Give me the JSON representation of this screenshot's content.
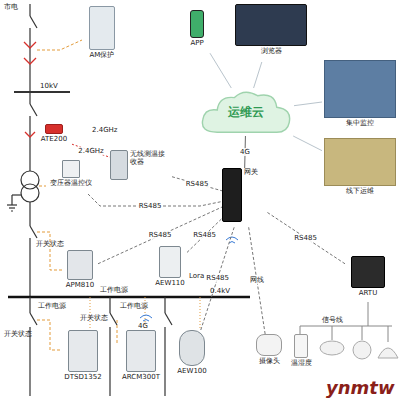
{
  "diagram": {
    "nodes": [
      {
        "text": [
          "AM保护"
        ]
      },
      {
        "text": [
          "APP"
        ]
      },
      {
        "text": [
          "浏览器"
        ]
      },
      {
        "text": [
          "运维云"
        ]
      },
      {
        "text": [
          "集中监控"
        ]
      },
      {
        "text": [
          "线下运维"
        ]
      },
      {
        "text": [
          "ATE200"
        ]
      },
      {
        "text": [
          "无线测温接收器"
        ]
      },
      {
        "text": [
          "变压器温控仪"
        ]
      },
      {
        "text": [
          "网关"
        ]
      },
      {
        "text": [
          "APM810"
        ]
      },
      {
        "text": [
          "AEW110"
        ]
      },
      {
        "text": [
          "ARTU"
        ]
      },
      {
        "text": [
          "DTSD1352"
        ]
      },
      {
        "text": [
          "ARCM300T"
        ]
      },
      {
        "text": [
          "AEW100"
        ]
      },
      {
        "text": [
          "摄像头"
        ]
      },
      {
        "text": [
          "温湿度"
        ]
      }
    ],
    "edges": [
      {
        "from": 3,
        "to": 1,
        "arrow": "none"
      },
      {
        "from": 3,
        "to": 2,
        "arrow": "none"
      },
      {
        "from": 3,
        "to": 4,
        "arrow": "none"
      },
      {
        "from": 3,
        "to": 5,
        "arrow": "none"
      },
      {
        "from": 9,
        "to": 3,
        "label": "4G",
        "arrow": "none"
      },
      {
        "from": 6,
        "to": 7,
        "label": "2.4GHz",
        "arrow": "none"
      },
      {
        "from": 7,
        "to": 9,
        "label": "RS485",
        "arrow": "none"
      },
      {
        "from": 8,
        "to": 9,
        "label": "RS485",
        "arrow": "none"
      },
      {
        "from": 10,
        "to": 9,
        "label": "RS485",
        "arrow": "none"
      },
      {
        "from": 11,
        "to": 9,
        "label": "RS485",
        "arrow": "none"
      },
      {
        "from": 12,
        "to": 9,
        "label": "RS485",
        "arrow": "none"
      },
      {
        "from": 16,
        "to": 9,
        "label": "网线",
        "arrow": "none"
      },
      {
        "from": 15,
        "to": 9,
        "label": "RS485",
        "arrow": "none"
      }
    ],
    "labels": [
      "市电",
      "10kV",
      "2.4GHz",
      "开关状态",
      "开关状态",
      "开关状态",
      "工作电源",
      "工作电源",
      "工作电源",
      "0.4kV",
      "Lora",
      "4G",
      "信号线",
      "ynmtw"
    ]
  }
}
